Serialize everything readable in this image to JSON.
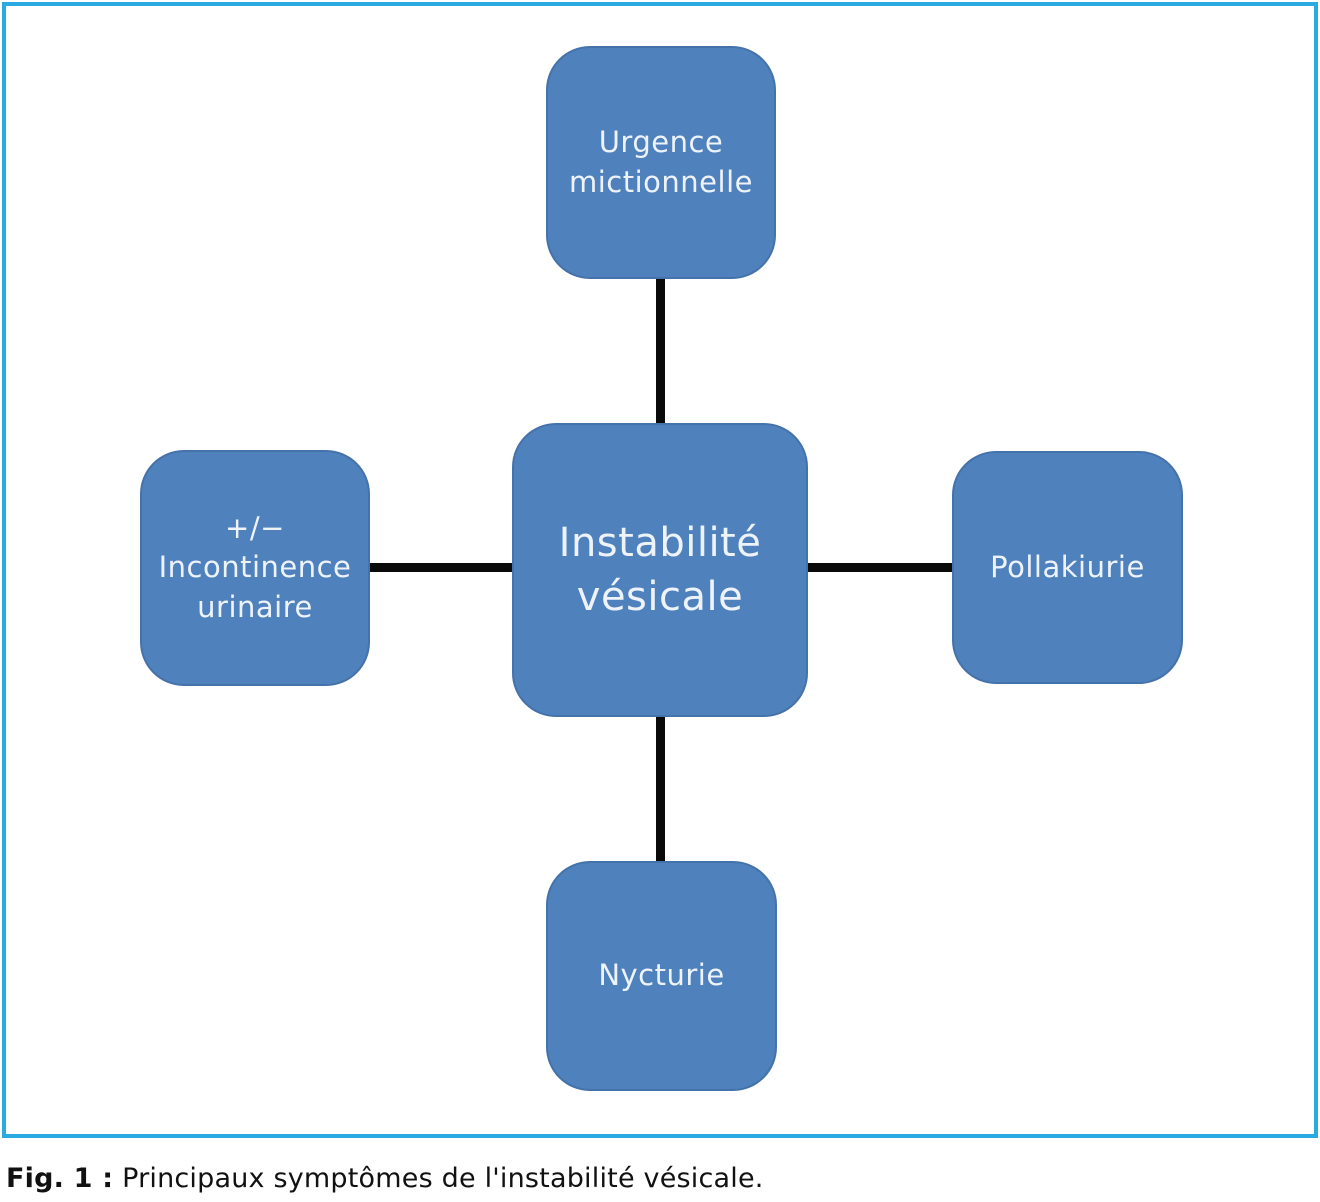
{
  "diagram": {
    "accent_color": "#4f81bd",
    "frame_border_color": "#29abe2",
    "connector_color": "#0a0a0a",
    "text_color": "#eef3fa",
    "center_node": {
      "label": "Instabilité\nvésicale"
    },
    "nodes": {
      "top": {
        "label": "Urgence\nmictionnelle"
      },
      "left": {
        "label": "+/−\nIncontinence\nurinaire"
      },
      "right": {
        "label": "Pollakiurie"
      },
      "bottom": {
        "label": "Nycturie"
      }
    }
  },
  "caption": {
    "prefix": "Fig. 1 :",
    "text": " Principaux symptômes de l'instabilité vésicale."
  }
}
